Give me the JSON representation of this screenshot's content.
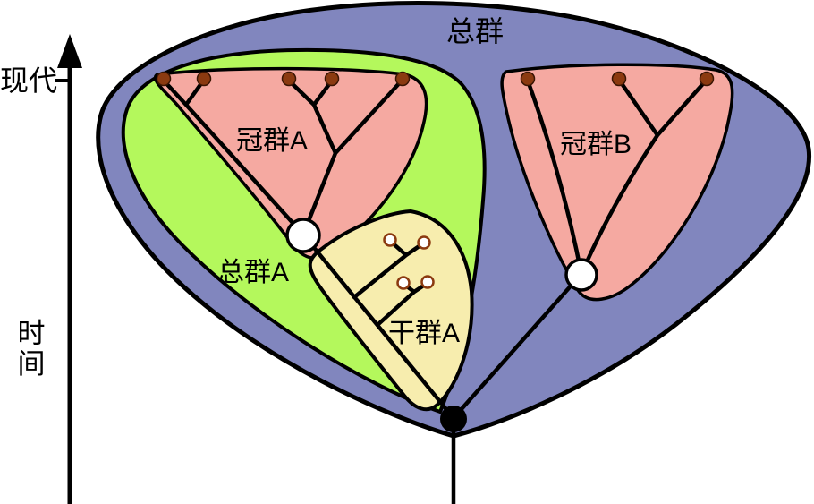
{
  "diagram": {
    "axis": {
      "modern_label": "现代",
      "time_label_char1": "时",
      "time_label_char2": "间"
    },
    "regions": {
      "total_group": {
        "label": "总群",
        "fill": "#8186be"
      },
      "total_group_a": {
        "label": "总群A",
        "fill": "#b4f85c"
      },
      "crown_group_a": {
        "label": "冠群A",
        "fill": "#f5a9a1"
      },
      "crown_group_b": {
        "label": "冠群B",
        "fill": "#f5a9a1"
      },
      "stem_group_a": {
        "label": "干群A",
        "fill": "#f7edae"
      }
    },
    "nodes": {
      "extant_tip": {
        "fill": "#8b3a10",
        "stroke": "#3a1503"
      },
      "extinct_tip": {
        "fill": "#ffffff",
        "stroke": "#8b3a10"
      },
      "ancestor": {
        "fill": "#ffffff",
        "stroke": "#000000"
      },
      "root": {
        "fill": "#000000"
      },
      "branch_color": "#000000",
      "outline_color": "#000000",
      "axis_color": "#000000"
    }
  }
}
